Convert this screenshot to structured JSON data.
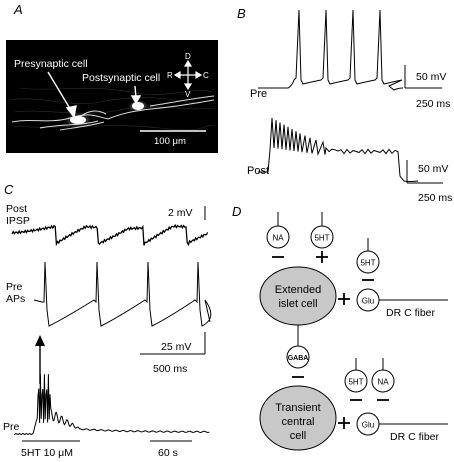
{
  "panels": {
    "A": {
      "label": "A",
      "presynaptic_label": "Presynaptic cell",
      "postsynaptic_label": "Postsynaptic cell",
      "scalebar_label": "100 μm",
      "compass": {
        "d": "D",
        "v": "V",
        "r": "R",
        "c": "C"
      }
    },
    "B": {
      "label": "B",
      "pre_label": "Pre",
      "post_label": "Post",
      "pre_scale_mv": "50 mV",
      "pre_scale_ms": "250 ms",
      "post_scale_mv": "50 mV",
      "post_scale_ms": "250 ms"
    },
    "C": {
      "label": "C",
      "post_label": "Post",
      "ipsp_label": "IPSP",
      "scale_2mv": "2 mV",
      "pre_label": "Pre",
      "aps_label": "APs",
      "scale_25mv": "25 mV",
      "scale_500ms": "500 ms",
      "bottom_pre_label": "Pre",
      "drug_label": "5HT 10 μM",
      "scale_60s": "60 s"
    },
    "D": {
      "label": "D",
      "na_top": "NA",
      "ht_top": "5HT",
      "ht_right": "5HT",
      "extended_line1": "Extended",
      "extended_line2": "islet cell",
      "glu_top": "Glu",
      "drc_top": "DR C fiber",
      "gaba": "GABA",
      "ht_bottom": "5HT",
      "na_bottom": "NA",
      "transient_line1": "Transient",
      "transient_line2": "central",
      "transient_line3": "cell",
      "glu_bottom": "Glu",
      "drc_bottom": "DR C fiber"
    }
  },
  "colors": {
    "micrograph_bg": "#000000",
    "cell_fill": "#c8c8c8",
    "trace": "#000000"
  }
}
